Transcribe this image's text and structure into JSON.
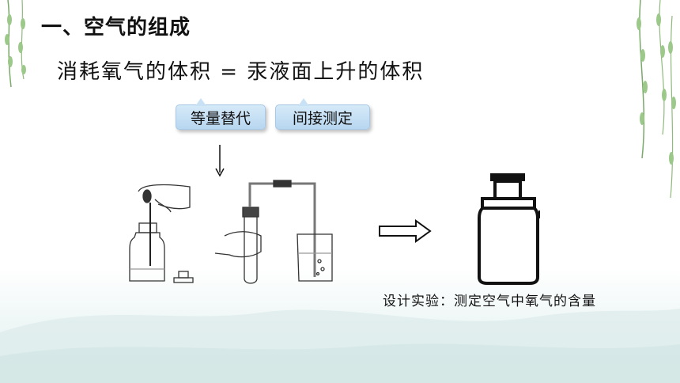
{
  "heading": "一、空气的组成",
  "equation": "消耗氧气的体积 = 汞液面上升的体积",
  "callouts": [
    "等量替代",
    "间接测定"
  ],
  "caption": "设计实验：测定空气中氧气的含量"
}
